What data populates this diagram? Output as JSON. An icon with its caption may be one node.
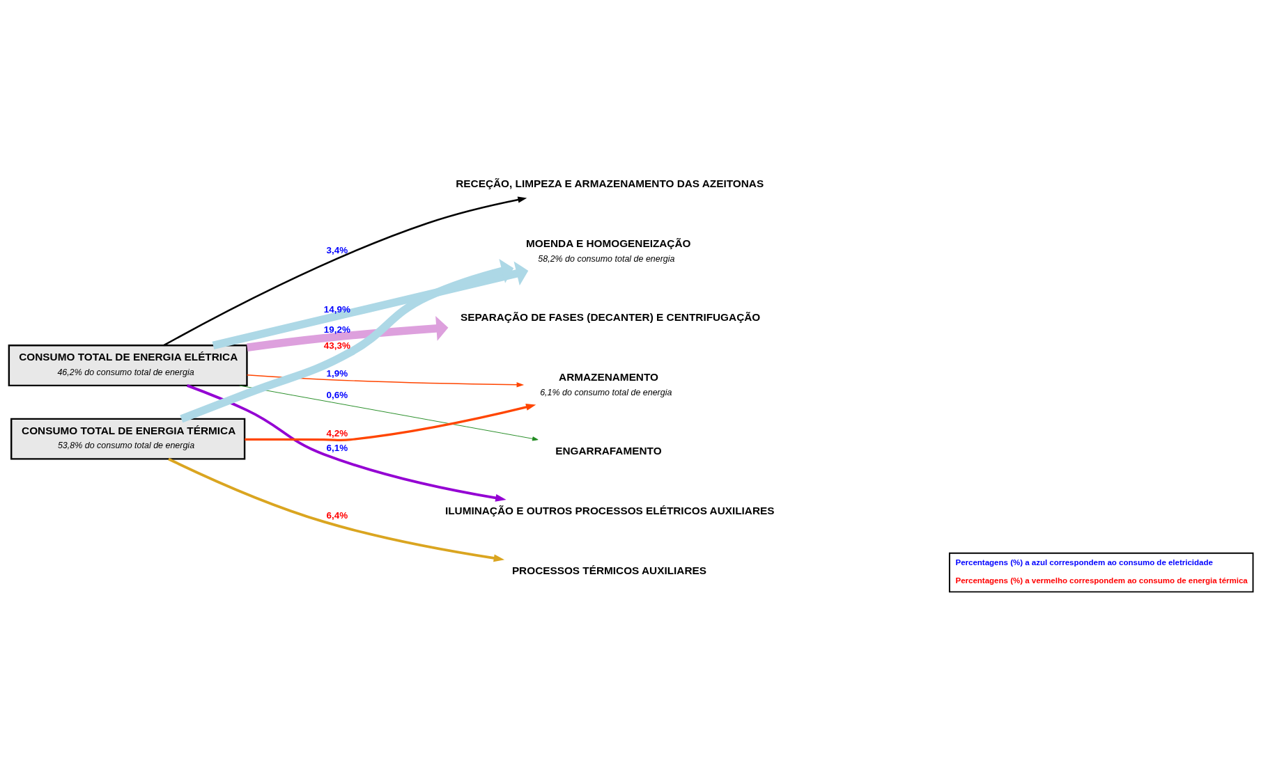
{
  "diagram": {
    "nodes": [
      {
        "text": [
          "CONSUMO TOTAL DE ENERGIA ELÉTRICA",
          "46,2% do consumo total de energia"
        ]
      },
      {
        "text": [
          "CONSUMO TOTAL DE ENERGIA TÉRMICA",
          "53,8% do consumo total de energia"
        ]
      },
      {
        "text": [
          "RECEÇÃO, LIMPEZA E ARMAZENAMENTO DAS AZEITONAS"
        ]
      },
      {
        "text": [
          "MOENDA E HOMOGENEIZAÇÃO",
          "58,2% do consumo total de energia"
        ]
      },
      {
        "text": [
          "SEPARAÇÃO DE FASES (DECANTER) E CENTRIFUGAÇÃO"
        ]
      },
      {
        "text": [
          "ARMAZENAMENTO",
          "6,1% do consumo total de energia"
        ]
      },
      {
        "text": [
          "ENGARRAFAMENTO"
        ]
      },
      {
        "text": [
          "ILUMINAÇÃO E OUTROS PROCESSOS ELÉTRICOS AUXILIARES"
        ]
      },
      {
        "text": [
          "PROCESSOS TÉRMICOS AUXILIARES"
        ]
      }
    ],
    "edges": [
      {
        "from": 0,
        "to": 2,
        "arrow": "to",
        "label": "3,4%",
        "color": "#000000"
      },
      {
        "from": 0,
        "to": 3,
        "arrow": "to",
        "label": "14,9%",
        "style": "thick",
        "color": "#add8e6"
      },
      {
        "from": 0,
        "to": 4,
        "arrow": "to",
        "label": "19,2%",
        "style": "thick",
        "color": "#dda0dd"
      },
      {
        "from": 0,
        "to": 5,
        "arrow": "to",
        "label": "1,9%",
        "color": "#ff4500"
      },
      {
        "from": 0,
        "to": 6,
        "arrow": "to",
        "label": "0,6%",
        "color": "#228b22"
      },
      {
        "from": 0,
        "to": 7,
        "arrow": "to",
        "label": "6,1%",
        "color": "#9400d3"
      },
      {
        "from": 1,
        "to": 3,
        "arrow": "to",
        "label": "43,3%",
        "style": "thick",
        "color": "#add8e6"
      },
      {
        "from": 1,
        "to": 5,
        "arrow": "to",
        "label": "4,2%",
        "color": "#ff4500"
      },
      {
        "from": 1,
        "to": 8,
        "arrow": "to",
        "label": "6,4%",
        "color": "#daa520"
      }
    ],
    "legend": [
      {
        "text": "Percentagens (%) a azul correspondem ao consumo de eletricidade",
        "color": "#0000ff"
      },
      {
        "text": "Percentagens (%) a vermelho correspondem ao consumo de energia térmica",
        "color": "#ff0000"
      }
    ]
  }
}
